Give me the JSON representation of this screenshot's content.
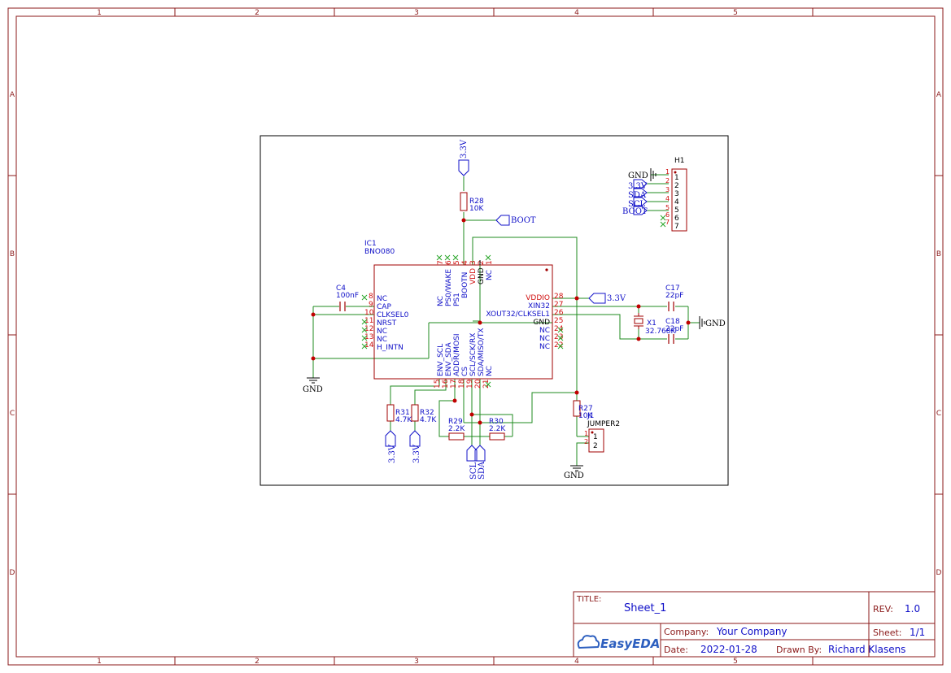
{
  "frame": {
    "cols": [
      "1",
      "2",
      "3",
      "4",
      "5"
    ],
    "rows": [
      "A",
      "B",
      "C",
      "D"
    ]
  },
  "title_block": {
    "title_label": "TITLE:",
    "title": "Sheet_1",
    "rev_label": "REV:",
    "rev": "1.0",
    "company_label": "Company:",
    "company": "Your Company",
    "sheet_label": "Sheet:",
    "sheet": "1/1",
    "date_label": "Date:",
    "date": "2022-01-28",
    "drawn_label": "Drawn By:",
    "drawn_by": "Richard Klasens",
    "logo_text": "EasyEDA"
  },
  "ic1": {
    "ref": "IC1",
    "part": "BNO080",
    "left_pins": [
      {
        "num": "8",
        "name": "NC"
      },
      {
        "num": "9",
        "name": "CAP"
      },
      {
        "num": "10",
        "name": "CLKSEL0"
      },
      {
        "num": "11",
        "name": "NRST"
      },
      {
        "num": "12",
        "name": "NC"
      },
      {
        "num": "13",
        "name": "NC"
      },
      {
        "num": "14",
        "name": "H_INTN"
      }
    ],
    "right_pins": [
      {
        "num": "28",
        "name": "VDDIO"
      },
      {
        "num": "27",
        "name": "XIN32"
      },
      {
        "num": "26",
        "name": "XOUT32/CLKSEL1"
      },
      {
        "num": "25",
        "name": "GND"
      },
      {
        "num": "24",
        "name": "NC"
      },
      {
        "num": "23",
        "name": "NC"
      },
      {
        "num": "22",
        "name": "NC"
      }
    ],
    "top_pins": [
      {
        "num": "7",
        "name": "NC"
      },
      {
        "num": "6",
        "name": "PS0/WAKE"
      },
      {
        "num": "5",
        "name": "PS1"
      },
      {
        "num": "4",
        "name": "BOOTN"
      },
      {
        "num": "3",
        "name": "VDD"
      },
      {
        "num": "2",
        "name": "GND"
      },
      {
        "num": "1",
        "name": "NC"
      }
    ],
    "bottom_pins": [
      {
        "num": "15",
        "name": "ENV_SCL"
      },
      {
        "num": "16",
        "name": "ENV_SDA"
      },
      {
        "num": "17",
        "name": "ADDR/MOSI"
      },
      {
        "num": "18",
        "name": "CS"
      },
      {
        "num": "19",
        "name": "SCL/SCK/RX"
      },
      {
        "num": "20",
        "name": "SDA/MISO/TX"
      },
      {
        "num": "21",
        "name": "NC"
      }
    ]
  },
  "parts": {
    "r28": {
      "ref": "R28",
      "value": "10K"
    },
    "r27": {
      "ref": "R27",
      "value": "10K"
    },
    "r29": {
      "ref": "R29",
      "value": "2.2K"
    },
    "r30": {
      "ref": "R30",
      "value": "2.2K"
    },
    "r31": {
      "ref": "R31",
      "value": "4.7K"
    },
    "r32": {
      "ref": "R32",
      "value": "4.7K"
    },
    "c4": {
      "ref": "C4",
      "value": "100nF"
    },
    "c17": {
      "ref": "C17",
      "value": "22pF"
    },
    "c18": {
      "ref": "C18",
      "value": "22pF"
    },
    "x1": {
      "ref": "X1",
      "value": "32.768K"
    },
    "h1": {
      "ref": "H1"
    },
    "j1": {
      "ref": "J1",
      "part": "JUMPER2"
    }
  },
  "header": {
    "pins": [
      "1",
      "2",
      "3",
      "4",
      "5",
      "6",
      "7"
    ],
    "wire_nums": [
      "1",
      "2",
      "3",
      "4",
      "5",
      "6",
      "7"
    ]
  },
  "jumper": {
    "pins": [
      "1",
      "2"
    ],
    "wire_nums": [
      "1",
      "2"
    ]
  },
  "nets": {
    "v33": "3.3V",
    "gnd": "GND",
    "boot": "BOOT",
    "sda": "SDA",
    "scl": "SCL"
  },
  "colors": {
    "frame": "#8b1a1a",
    "wire": "#1f8b1f",
    "part": "#a00000",
    "text_blue": "#1010c8",
    "pin_red": "#d01010",
    "junction": "#c00000",
    "nc": "#2aa52a"
  }
}
